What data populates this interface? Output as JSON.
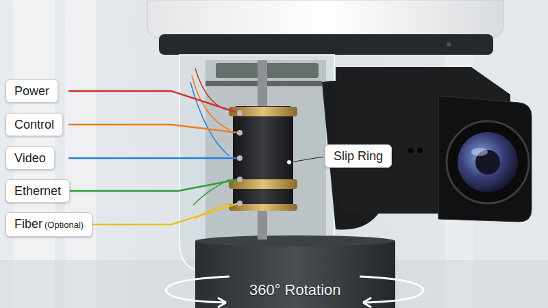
{
  "diagram": {
    "nodes": [
      {
        "text": [
          "Power"
        ]
      },
      {
        "text": [
          "Control"
        ]
      },
      {
        "text": [
          "Video"
        ]
      },
      {
        "text": [
          "Ethernet"
        ]
      },
      {
        "text": [
          "Fiber",
          "(Optional)"
        ]
      },
      {
        "text": [
          "Slip Ring"
        ]
      }
    ],
    "labels": [
      "360° Rotation"
    ]
  }
}
